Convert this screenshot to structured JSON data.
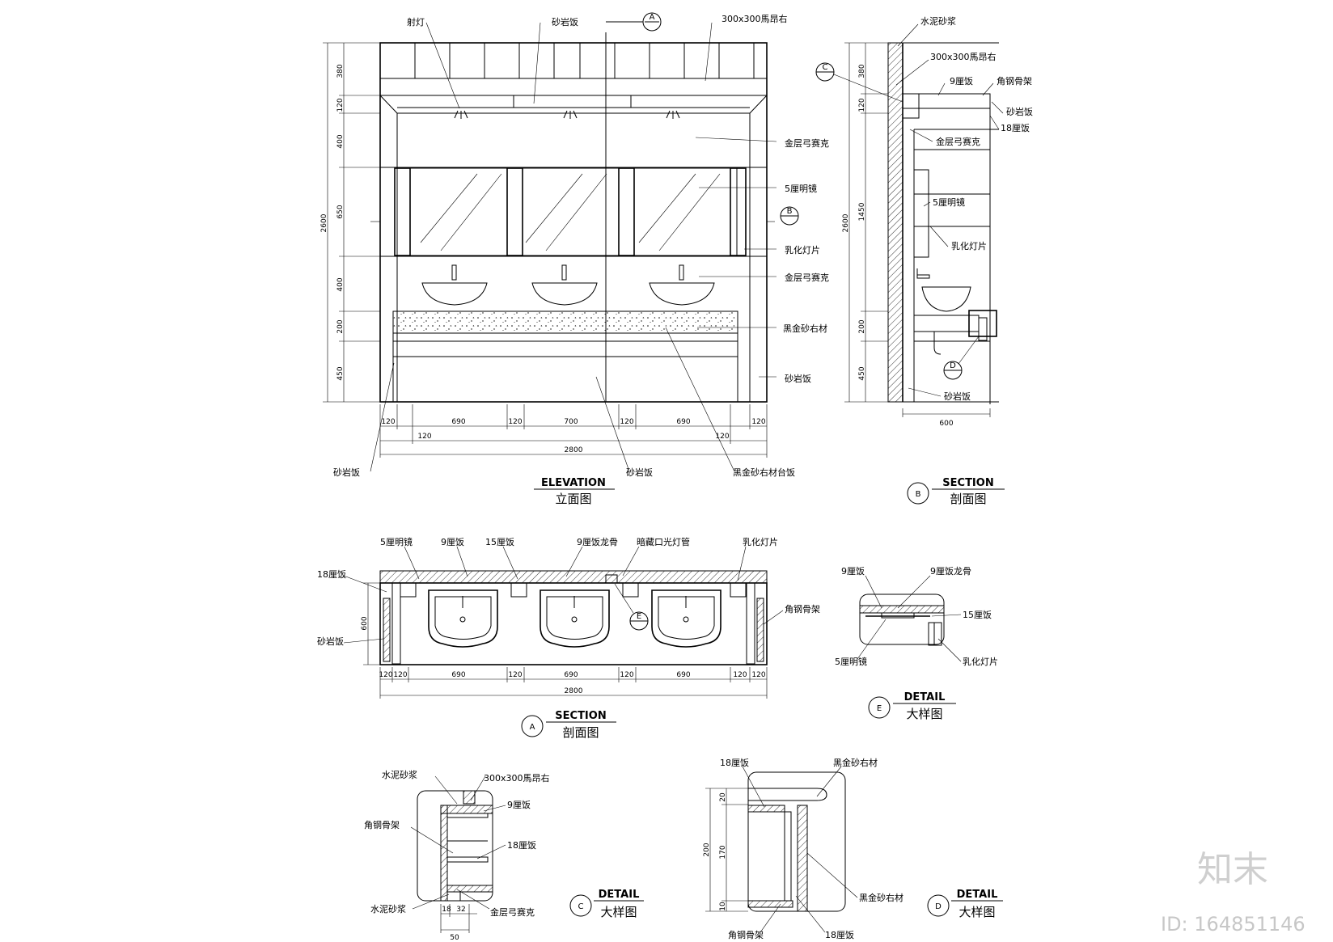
{
  "elevation": {
    "title_en": "ELEVATION",
    "title_cn": "立面图",
    "section_marker": "A",
    "labels": {
      "spotlight": "射灯",
      "sandstone_top": "砂岩饭",
      "mosaic_tile": "300x300馬昂右",
      "metal_mosaic_upper": "金层弓赛克",
      "mirror_5": "5厘明镜",
      "marker_b": "B",
      "opal_light": "乳化灯片",
      "metal_mosaic_lower": "金层弓赛克",
      "black_gold_stone": "黑金砂右材",
      "sandstone_right": "砂岩饭",
      "sandstone_left_bottom": "砂岩饭",
      "sandstone_mid_bottom": "砂岩饭",
      "counter_top": "黑金砂右材台饭"
    },
    "vertical_dims": [
      "380",
      "120",
      "400",
      "650",
      "400",
      "200",
      "450"
    ],
    "overall_height": "2600",
    "horizontal_dims": [
      "120",
      "690",
      "120",
      "700",
      "120",
      "690",
      "120"
    ],
    "sub_dims": [
      "120",
      "120"
    ],
    "overall_width": "2800"
  },
  "section_b": {
    "title_en": "SECTION",
    "title_cn": "剖面图",
    "bubble": "B",
    "labels": {
      "cement_mortar": "水泥砂浆",
      "mosaic_tile": "300x300馬昂右",
      "marker_c": "C",
      "board_9": "9厘饭",
      "angle_steel": "角钢骨架",
      "sandstone": "砂岩饭",
      "board_18": "18厘饭",
      "metal_mosaic": "金层弓赛克",
      "mirror_5": "5厘明镜",
      "opal_light": "乳化灯片",
      "marker_d": "D",
      "sandstone_bottom": "砂岩饭"
    },
    "vertical_dims": [
      "380",
      "120",
      "1450",
      "200",
      "450"
    ],
    "overall_height": "2600",
    "depth": "600"
  },
  "section_a": {
    "title_en": "SECTION",
    "title_cn": "剖面图",
    "bubble": "A",
    "labels": {
      "mirror_5": "5厘明镜",
      "board_9": "9厘饭",
      "board_15": "15厘饭",
      "board_9_keel": "9厘饭龙骨",
      "hidden_light": "暗藏口光灯管",
      "opal_light": "乳化灯片",
      "board_18": "18厘饭",
      "sandstone": "砂岩饭",
      "angle_steel": "角钢骨架",
      "marker_e": "E"
    },
    "depth": "600",
    "horizontal_dims": [
      "120",
      "120",
      "690",
      "120",
      "690",
      "120",
      "690",
      "120",
      "120"
    ],
    "overall_width": "2800"
  },
  "detail_e": {
    "title_en": "DETAIL",
    "title_cn": "大样图",
    "bubble": "E",
    "labels": {
      "board_9": "9厘饭",
      "board_9_keel": "9厘饭龙骨",
      "board_15": "15厘饭",
      "mirror_5": "5厘明镜",
      "opal_light": "乳化灯片"
    }
  },
  "detail_c": {
    "title_en": "DETAIL",
    "title_cn": "大样图",
    "bubble": "C",
    "labels": {
      "cement_mortar_top": "水泥砂浆",
      "mosaic_tile": "300x300馬昂右",
      "board_9": "9厘饭",
      "angle_steel": "角钢骨架",
      "board_18": "18厘饭",
      "cement_mortar_bottom": "水泥砂浆",
      "metal_mosaic": "金层弓赛克"
    },
    "dims": [
      "18",
      "32"
    ],
    "overall": "50"
  },
  "detail_d": {
    "title_en": "DETAIL",
    "title_cn": "大样图",
    "bubble": "D",
    "labels": {
      "board_18_top": "18厘饭",
      "black_gold_top": "黑金砂右材",
      "black_gold_right": "黑金砂右材",
      "angle_steel": "角钢骨架",
      "board_18_bottom": "18厘饭"
    },
    "vertical_dims": [
      "20",
      "170",
      "10"
    ],
    "overall": "200"
  },
  "watermark": {
    "logo": "知末",
    "id": "ID: 164851146"
  }
}
